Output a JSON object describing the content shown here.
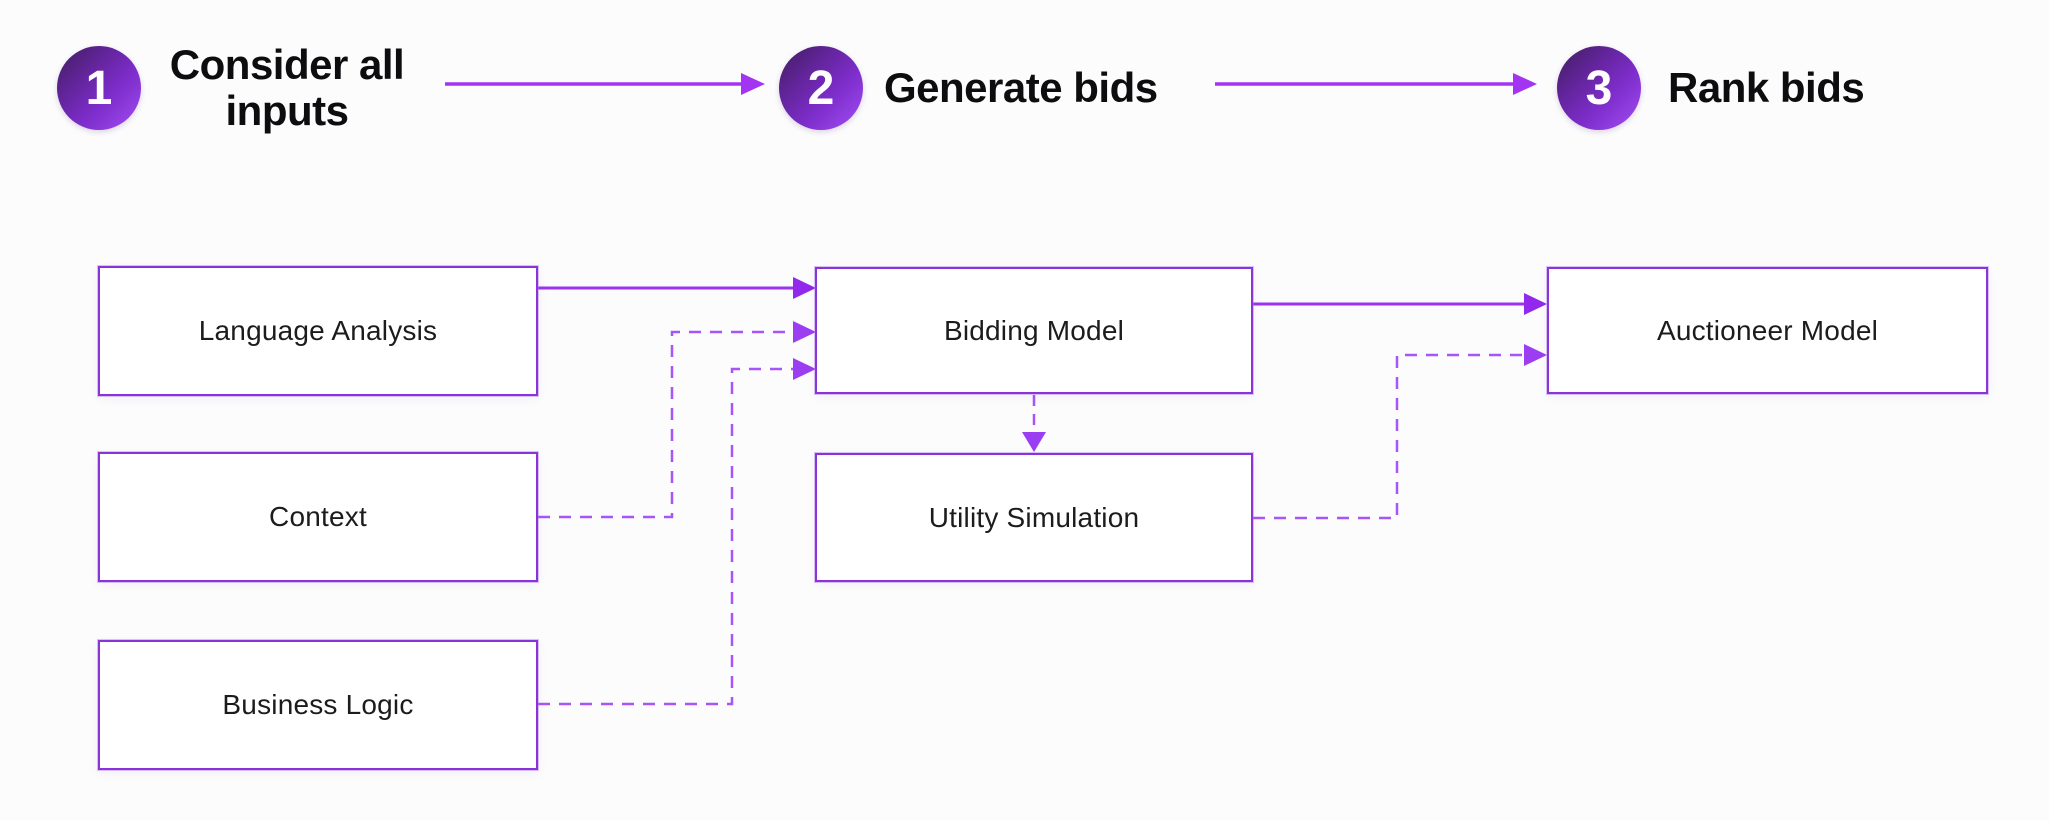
{
  "header": {
    "steps": [
      {
        "number": "1",
        "label": "Consider all inputs"
      },
      {
        "number": "2",
        "label": "Generate bids"
      },
      {
        "number": "3",
        "label": "Rank bids"
      }
    ]
  },
  "diagram": {
    "nodes": [
      {
        "id": "language-analysis",
        "label": "Language Analysis"
      },
      {
        "id": "context",
        "label": "Context"
      },
      {
        "id": "business-logic",
        "label": "Business Logic"
      },
      {
        "id": "bidding-model",
        "label": "Bidding Model"
      },
      {
        "id": "utility-simulation",
        "label": "Utility Simulation"
      },
      {
        "id": "auctioneer-model",
        "label": "Auctioneer Model"
      }
    ],
    "edges": [
      {
        "from": "Language Analysis",
        "to": "Bidding Model",
        "style": "solid"
      },
      {
        "from": "Context",
        "to": "Bidding Model",
        "style": "dashed"
      },
      {
        "from": "Business Logic",
        "to": "Bidding Model",
        "style": "dashed"
      },
      {
        "from": "Bidding Model",
        "to": "Utility Simulation",
        "style": "dashed"
      },
      {
        "from": "Bidding Model",
        "to": "Auctioneer Model",
        "style": "solid"
      },
      {
        "from": "Utility Simulation",
        "to": "Auctioneer Model",
        "style": "dashed"
      },
      {
        "from": "Step 1",
        "to": "Step 2",
        "style": "solid"
      },
      {
        "from": "Step 2",
        "to": "Step 3",
        "style": "solid"
      }
    ]
  },
  "colors": {
    "background": "#fcfcfd",
    "solid_line": "#9c33f2",
    "dashed_line": "#a855f7",
    "arrowhead": "#9128ec",
    "box_border": "#8a33d8",
    "circle_dark": "#3f1e5d",
    "circle_bright": "#a24ef5",
    "heading_text": "#0d0d0f",
    "node_text": "#1c1c1e"
  }
}
